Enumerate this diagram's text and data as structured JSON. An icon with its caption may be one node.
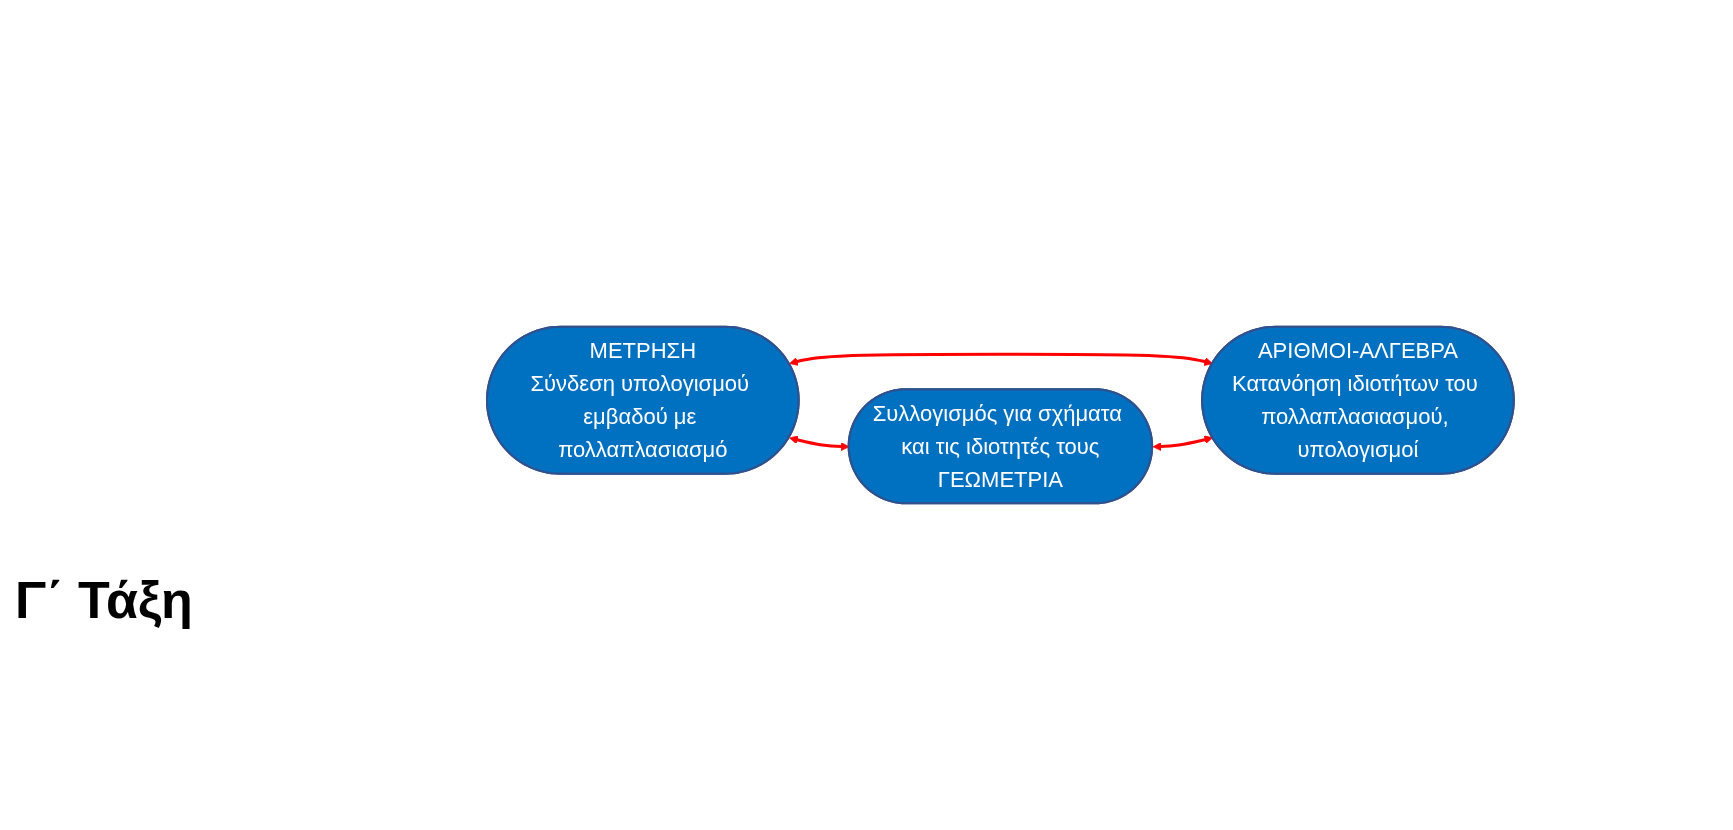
{
  "diagram": {
    "title": "Γ΄ Τάξη",
    "nodes": [
      {
        "text": [
          "ΜΕΤΡΗΣΗ",
          "Σύνδεση υπολογισμού εμβαδού με πολλαπλασιασμό"
        ]
      },
      {
        "text": [
          "ΑΡΙΘΜΟΙ-ΑΛΓΕΒΡΑ",
          "Κατανόηση ιδιοτήτων του πολλαπλασιασμού, υπολογισμοί"
        ]
      },
      {
        "text": [
          "Συλλογισμός για σχήματα και τις ιδιοτητές τους",
          "ΓΕΩΜΕΤΡΙΑ"
        ]
      }
    ],
    "edges": [
      {
        "from": 0,
        "to": 1,
        "arrow": "both",
        "color": "#ff0000"
      },
      {
        "from": 0,
        "to": 2,
        "arrow": "both",
        "color": "#ff0000"
      },
      {
        "from": 2,
        "to": 1,
        "arrow": "both",
        "color": "#ff0000"
      }
    ]
  }
}
